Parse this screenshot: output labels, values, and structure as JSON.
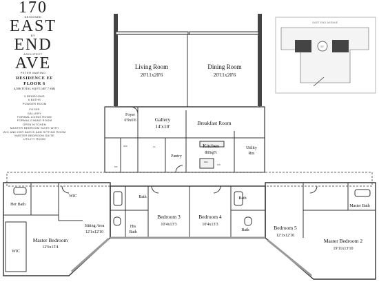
{
  "brand": {
    "line1": "170",
    "tag1": "DESIGNED",
    "line2": "EAST",
    "tag2": "BY",
    "line3": "END",
    "tag3": "ARCHITECT",
    "line4": "AVE",
    "tag4": "PETER MARINO"
  },
  "residence": {
    "title": "RESIDENCE EF",
    "floor": "FLOOR 6",
    "area": "4,386 TOTAL SQ FT (407.7 SM)",
    "features": [
      "5 BEDROOMS",
      "6 BATHS",
      "POWDER ROOM",
      "FOYER",
      "GALLERY",
      "FORMAL LIVING ROOM",
      "FORMAL DINING ROOM",
      "OPEN KITCHEN",
      "MASTER BEDROOM SUITE WITH",
      "W/C AND HER BATHS AND SITTING ROOM",
      "MASTER BEDROOM SUITE",
      "UTILITY ROOM"
    ]
  },
  "key_plan": {
    "street": "EAST END AVENUE",
    "unit": "EF"
  },
  "rooms": {
    "living_name": "Living Room",
    "living_dim": "20'11x20'6",
    "dining_name": "Dining Room",
    "dining_dim": "20'11x20'6",
    "foyer_name": "Foyer",
    "foyer_dim": "6'9x6'6",
    "gallery_name": "Gallery",
    "gallery_dim": "14'x10'",
    "breakfast_name": "Breakfast Room",
    "kitchen_name": "Kitchen",
    "kitchen_dim": "80SqFt",
    "pantry_name": "Pantry",
    "utility_name": "Utility",
    "utility_sub": "Rm",
    "her_bath": "Her Bath",
    "wic_1": "WIC",
    "wic_2": "WIC",
    "sitting_name": "Sitting Area",
    "sitting_dim": "12'1x12'10",
    "master1_name": "Master Bedroom",
    "master1_dim": "12'6x15'4",
    "his_bath": "His",
    "his_bath_sub": "Bath",
    "bath_a": "Bath",
    "bed3_name": "Bedroom 3",
    "bed3_dim": "10'4x13'3",
    "bed4_name": "Bedroom 4",
    "bed4_dim": "10'4x13'3",
    "bath_b": "Bath",
    "bath_c": "Bath",
    "bed5_name": "Bedroom 5",
    "bed5_dim": "12'1x12'10",
    "master_bath": "Master Bath",
    "master2_name": "Master Bedroom 2",
    "master2_dim": "19'11x13'10",
    "fixtures": {
      "wd": "W/D",
      "mc": "MC",
      "cl": "CL",
      "ref": "REF",
      "dw": "DW"
    }
  }
}
